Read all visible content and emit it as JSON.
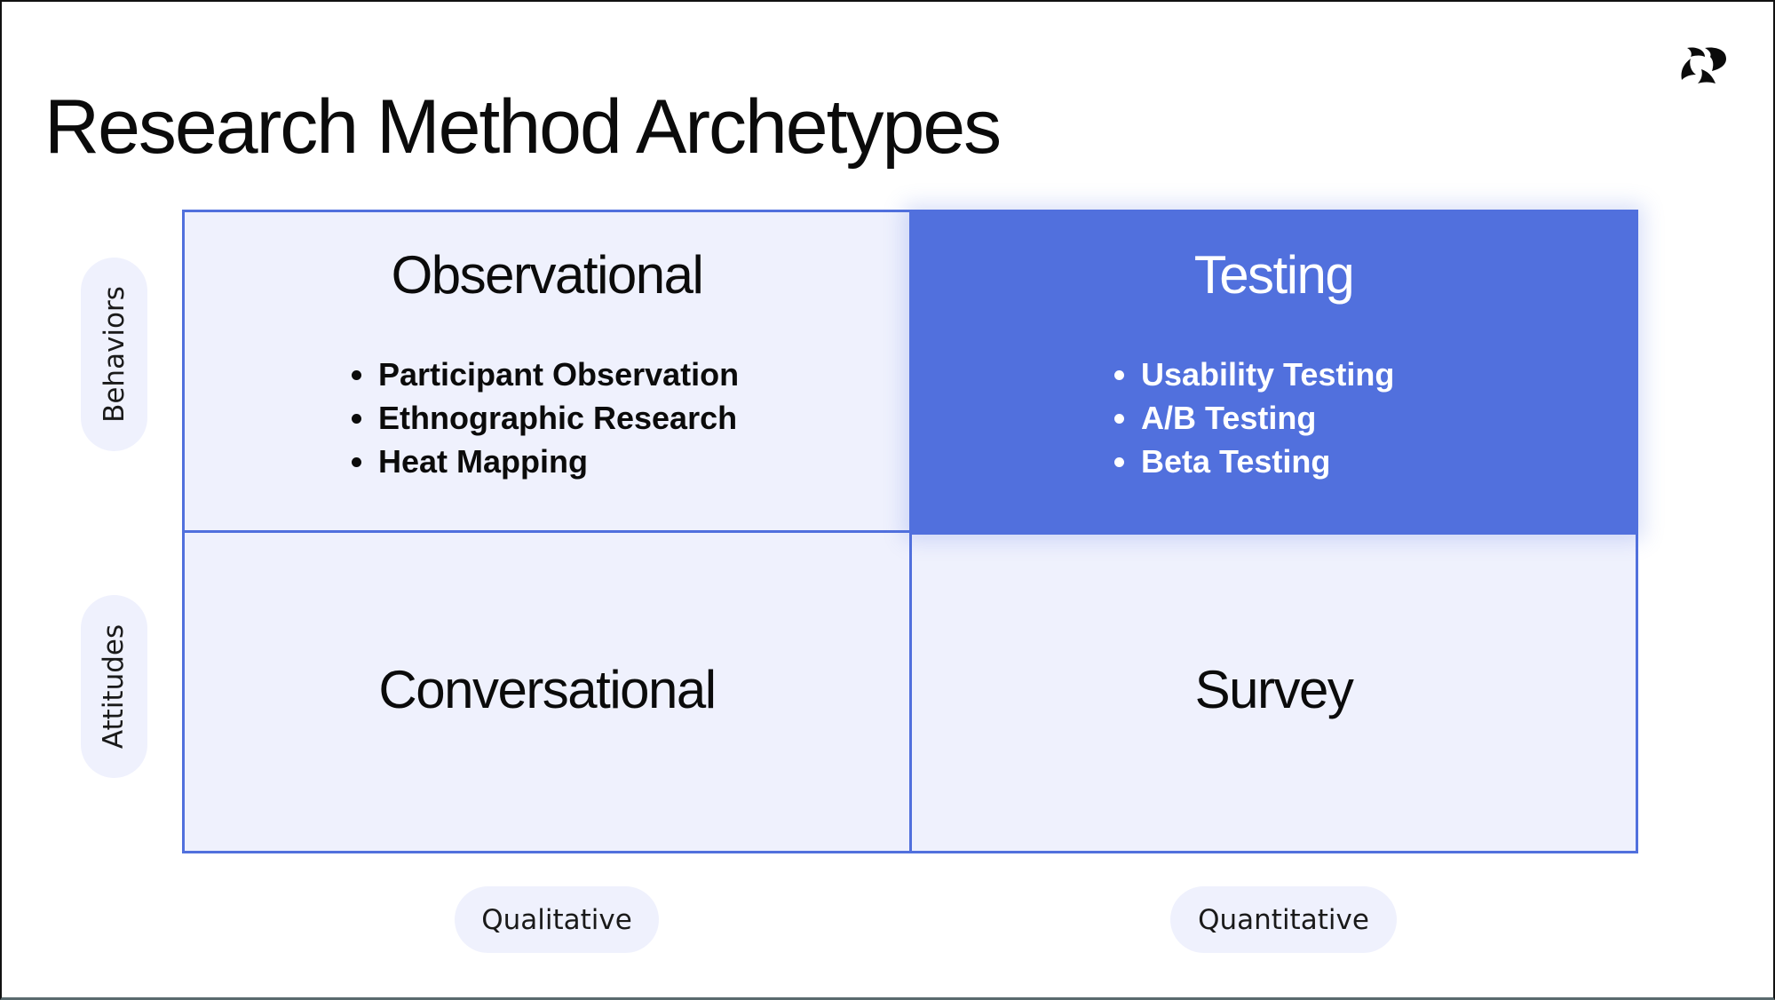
{
  "header": {
    "title": "Research Method Archetypes",
    "logo_icon": "brand-logo-icon"
  },
  "axes": {
    "y": {
      "top_label": "Behaviors",
      "bottom_label": "Attitudes"
    },
    "x": {
      "left_label": "Qualitative",
      "right_label": "Quantitative"
    }
  },
  "quadrants": {
    "top_left": {
      "title": "Observational",
      "items": [
        "Participant Observation",
        "Ethnographic Research",
        "Heat Mapping"
      ],
      "highlighted": false
    },
    "top_right": {
      "title": "Testing",
      "items": [
        "Usability Testing",
        "A/B Testing",
        "Beta Testing"
      ],
      "highlighted": true
    },
    "bottom_left": {
      "title": "Conversational",
      "highlighted": false
    },
    "bottom_right": {
      "title": "Survey",
      "highlighted": false
    }
  },
  "colors": {
    "accent": "#5170DD",
    "cell_fill": "#EFF1FD",
    "pill_fill": "#EFF1FD",
    "text": "#0B0B0B",
    "highlight_text": "#FFFFFF"
  }
}
